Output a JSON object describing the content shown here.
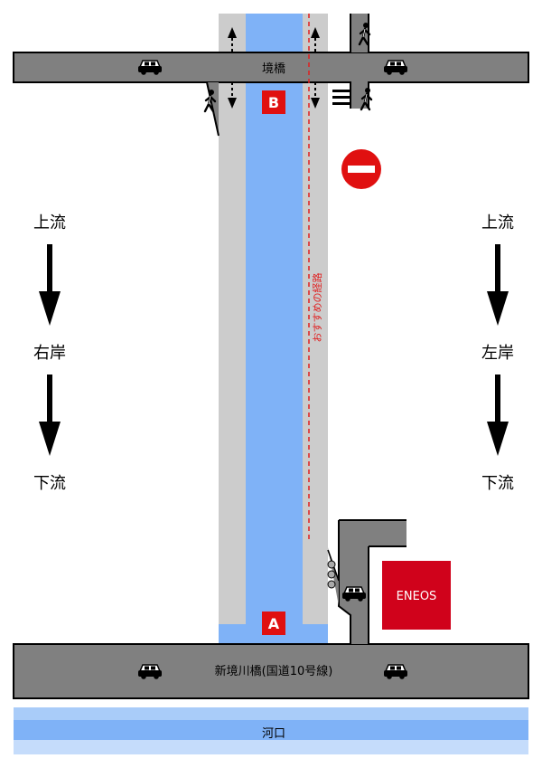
{
  "top_bridge": {
    "label": "境橋"
  },
  "bottom_bridge": {
    "label": "新境川橋(国道10号線)"
  },
  "estuary": {
    "label": "河口"
  },
  "points": {
    "a_label": "A",
    "b_label": "B"
  },
  "route": {
    "label": "おすすめの経路",
    "color": "#e02020"
  },
  "left_bank": {
    "upstream": "上流",
    "bank": "右岸",
    "downstream": "下流"
  },
  "right_bank": {
    "upstream": "上流",
    "bank": "左岸",
    "downstream": "下流"
  },
  "shop": {
    "label": "ENEOS",
    "color": "#d0021b"
  },
  "colors": {
    "river": "#7fb2f7",
    "road": "#808080",
    "path": "#cccccc"
  },
  "icons": [
    "car-icon",
    "pedestrian-icon",
    "no-entry-icon",
    "traffic-light-icon",
    "down-arrow-icon"
  ]
}
